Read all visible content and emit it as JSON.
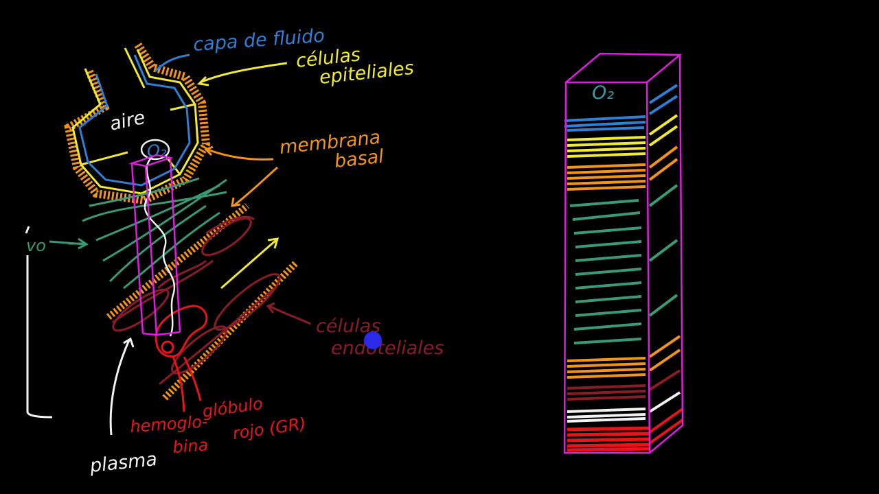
{
  "labels": {
    "capa_fluido": "capa de fluido",
    "celulas_epiteliales_1": "células",
    "celulas_epiteliales_2": "epiteliales",
    "aire": "aire",
    "o2_small": "O₂",
    "membrana_1": "membrana",
    "membrana_2": "basal",
    "intersticio": "vo",
    "endo_1": "células",
    "endo_2": "endoteliales",
    "hemoglobina_1": "hemoglo-",
    "hemoglobina_2": "bina",
    "globulo_1": "glóbulo",
    "globulo_2": "rojo (GR)",
    "plasma": "plasma",
    "column_o2": "O₂"
  },
  "colors": {
    "background": "#000000",
    "fluid": "#2f7fd6",
    "epithelial": "#f2ea2f",
    "basement": "#f39418",
    "interstitium": "#3a9a78",
    "endothelial": "#8a1c28",
    "plasma": "#f2f2f2",
    "red_cell": "#e8141a",
    "column": "#e01ce0",
    "label_orange": "#f39418",
    "pointer": "#2a2ae8"
  },
  "layers": [
    "fluid",
    "epithelial",
    "basement",
    "interstitium",
    "basement",
    "endothelial",
    "plasma",
    "red_cell"
  ]
}
